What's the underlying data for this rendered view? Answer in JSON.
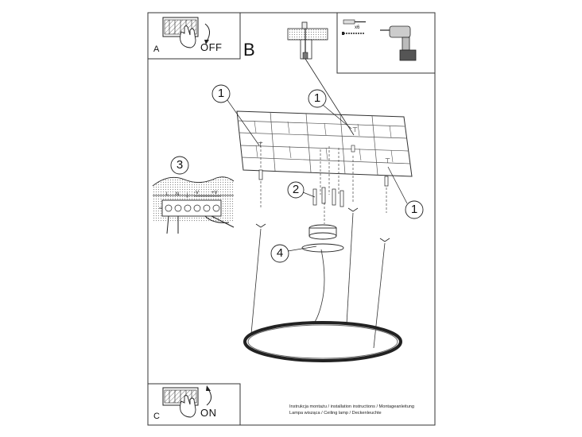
{
  "panels": {
    "a": {
      "letter": "A",
      "state": "OFF"
    },
    "b": {
      "letter": "B"
    },
    "c": {
      "letter": "C",
      "state": "ON"
    }
  },
  "parts": {
    "fixing_count": "x6",
    "screw_and_anchor": "1",
    "ceiling_plate_screws": "2",
    "terminal_block": "3",
    "canopy": "4"
  },
  "terminal_labels": [
    "L",
    "N",
    "⏚",
    "-V",
    "+V"
  ],
  "footer": {
    "line1": "Instrukcja montażu / installation instructions / Montageanleitung",
    "line2": "Lampa wisząca / Ceiling lamp / Deckenleuchte"
  }
}
